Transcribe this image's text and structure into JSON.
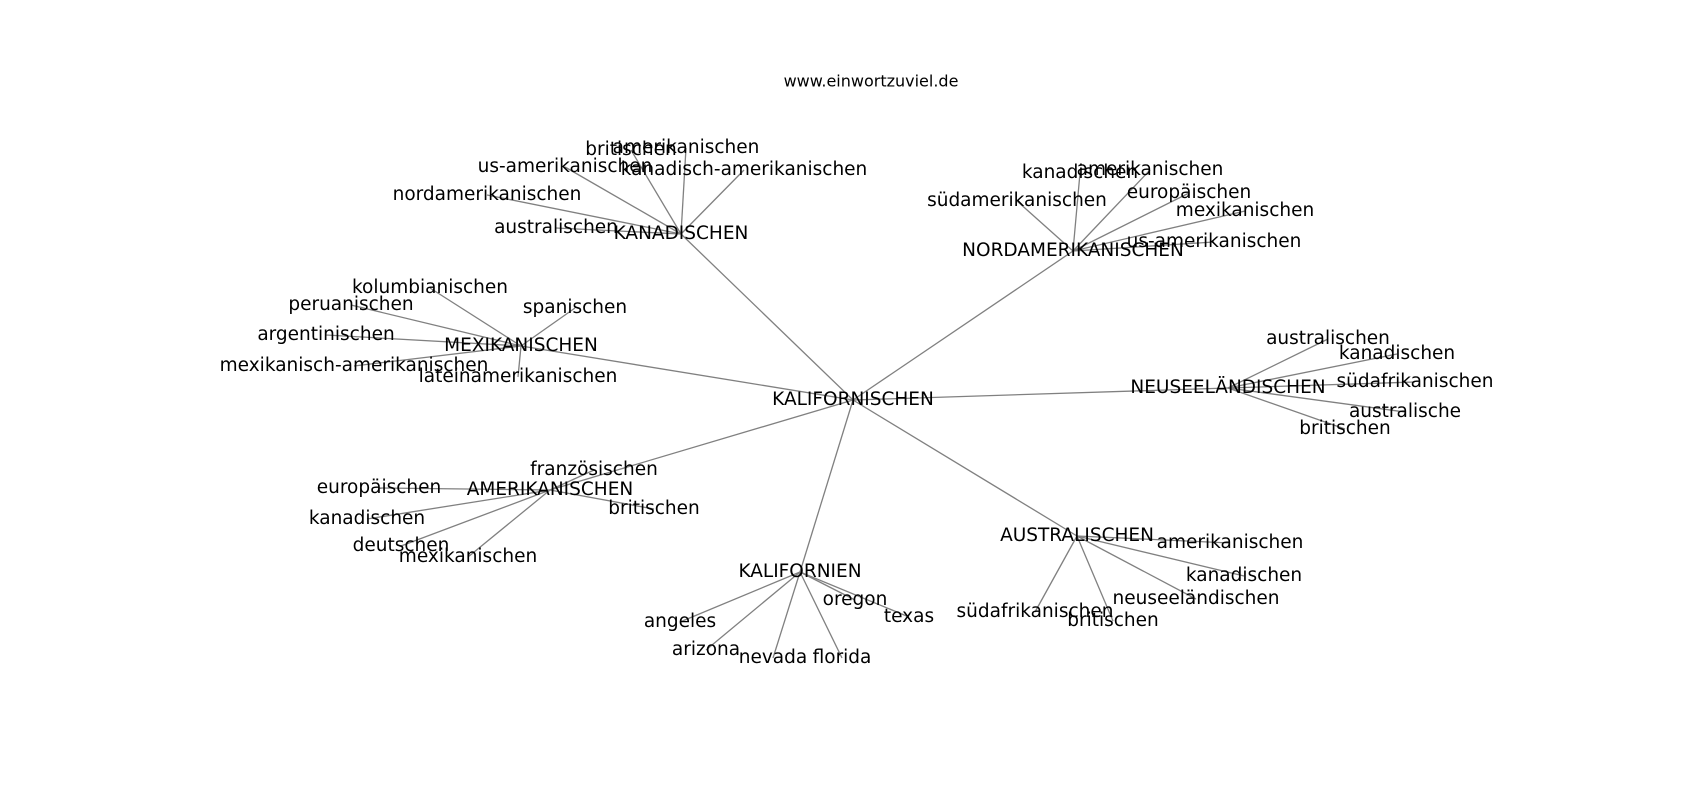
{
  "site": "www.einwortzuviel.de",
  "graph": {
    "nodes": [
      {
        "id": "kalifornischen",
        "label": "KALIFORNISCHEN"
      },
      {
        "id": "kanadischen",
        "label": "KANADISCHEN"
      },
      {
        "id": "nordamerikanischen",
        "label": "NORDAMERIKANISCHEN"
      },
      {
        "id": "mexikanischen",
        "label": "MEXIKANISCHEN"
      },
      {
        "id": "neuseelaendischen",
        "label": "NEUSEELÄNDISCHEN"
      },
      {
        "id": "amerikanischen",
        "label": "AMERIKANISCHEN"
      },
      {
        "id": "kalifornien",
        "label": "KALIFORNIEN"
      },
      {
        "id": "australischen",
        "label": "AUSTRALISCHEN"
      },
      {
        "id": "k_britischen",
        "label": "britischen"
      },
      {
        "id": "k_amerikanischen",
        "label": "amerikanischen"
      },
      {
        "id": "k_us_amerikanischen",
        "label": "us-amerikanischen"
      },
      {
        "id": "k_kanadisch_amerikanischen",
        "label": "kanadisch-amerikanischen"
      },
      {
        "id": "k_nordamerikanischen",
        "label": "nordamerikanischen"
      },
      {
        "id": "k_australischen",
        "label": "australischen"
      },
      {
        "id": "n_kanadischen",
        "label": "kanadischen"
      },
      {
        "id": "n_amerikanischen",
        "label": "amerikanischen"
      },
      {
        "id": "n_suedamerikanischen",
        "label": "südamerikanischen"
      },
      {
        "id": "n_europaeischen",
        "label": "europäischen"
      },
      {
        "id": "n_mexikanischen",
        "label": "mexikanischen"
      },
      {
        "id": "n_us_amerikanischen",
        "label": "us-amerikanischen"
      },
      {
        "id": "m_kolumbianischen",
        "label": "kolumbianischen"
      },
      {
        "id": "m_peruanischen",
        "label": "peruanischen"
      },
      {
        "id": "m_spanischen",
        "label": "spanischen"
      },
      {
        "id": "m_argentinischen",
        "label": "argentinischen"
      },
      {
        "id": "m_mexikanisch_amerikanischen",
        "label": "mexikanisch-amerikanischen"
      },
      {
        "id": "m_lateinamerikanischen",
        "label": "lateinamerikanischen"
      },
      {
        "id": "ne_australischen",
        "label": "australischen"
      },
      {
        "id": "ne_kanadischen",
        "label": "kanadischen"
      },
      {
        "id": "ne_suedafrikanischen",
        "label": "südafrikanischen"
      },
      {
        "id": "ne_australische",
        "label": "australische"
      },
      {
        "id": "ne_britischen",
        "label": "britischen"
      },
      {
        "id": "a_franzoesischen",
        "label": "französischen"
      },
      {
        "id": "a_europaeischen",
        "label": "europäischen"
      },
      {
        "id": "a_britischen",
        "label": "britischen"
      },
      {
        "id": "a_kanadischen",
        "label": "kanadischen"
      },
      {
        "id": "a_deutschen",
        "label": "deutschen"
      },
      {
        "id": "a_mexikanischen",
        "label": "mexikanischen"
      },
      {
        "id": "kf_oregon",
        "label": "oregon"
      },
      {
        "id": "kf_texas",
        "label": "texas"
      },
      {
        "id": "kf_angeles",
        "label": "angeles"
      },
      {
        "id": "kf_arizona",
        "label": "arizona"
      },
      {
        "id": "kf_nevada",
        "label": "nevada"
      },
      {
        "id": "kf_florida",
        "label": "florida"
      },
      {
        "id": "au_amerikanischen",
        "label": "amerikanischen"
      },
      {
        "id": "au_kanadischen",
        "label": "kanadischen"
      },
      {
        "id": "au_neuseelaendischen",
        "label": "neuseeländischen"
      },
      {
        "id": "au_suedafrikanischen",
        "label": "südafrikanischen"
      },
      {
        "id": "au_britischen",
        "label": "britischen"
      }
    ],
    "edges": [
      [
        "kalifornischen",
        "kanadischen"
      ],
      [
        "kalifornischen",
        "nordamerikanischen"
      ],
      [
        "kalifornischen",
        "mexikanischen"
      ],
      [
        "kalifornischen",
        "neuseelaendischen"
      ],
      [
        "kalifornischen",
        "amerikanischen"
      ],
      [
        "kalifornischen",
        "kalifornien"
      ],
      [
        "kalifornischen",
        "australischen"
      ],
      [
        "kanadischen",
        "k_britischen"
      ],
      [
        "kanadischen",
        "k_amerikanischen"
      ],
      [
        "kanadischen",
        "k_us_amerikanischen"
      ],
      [
        "kanadischen",
        "k_kanadisch_amerikanischen"
      ],
      [
        "kanadischen",
        "k_nordamerikanischen"
      ],
      [
        "kanadischen",
        "k_australischen"
      ],
      [
        "nordamerikanischen",
        "n_kanadischen"
      ],
      [
        "nordamerikanischen",
        "n_amerikanischen"
      ],
      [
        "nordamerikanischen",
        "n_suedamerikanischen"
      ],
      [
        "nordamerikanischen",
        "n_europaeischen"
      ],
      [
        "nordamerikanischen",
        "n_mexikanischen"
      ],
      [
        "nordamerikanischen",
        "n_us_amerikanischen"
      ],
      [
        "mexikanischen",
        "m_kolumbianischen"
      ],
      [
        "mexikanischen",
        "m_peruanischen"
      ],
      [
        "mexikanischen",
        "m_spanischen"
      ],
      [
        "mexikanischen",
        "m_argentinischen"
      ],
      [
        "mexikanischen",
        "m_mexikanisch_amerikanischen"
      ],
      [
        "mexikanischen",
        "m_lateinamerikanischen"
      ],
      [
        "neuseelaendischen",
        "ne_australischen"
      ],
      [
        "neuseelaendischen",
        "ne_kanadischen"
      ],
      [
        "neuseelaendischen",
        "ne_suedafrikanischen"
      ],
      [
        "neuseelaendischen",
        "ne_australische"
      ],
      [
        "neuseelaendischen",
        "ne_britischen"
      ],
      [
        "amerikanischen",
        "a_franzoesischen"
      ],
      [
        "amerikanischen",
        "a_europaeischen"
      ],
      [
        "amerikanischen",
        "a_britischen"
      ],
      [
        "amerikanischen",
        "a_kanadischen"
      ],
      [
        "amerikanischen",
        "a_deutschen"
      ],
      [
        "amerikanischen",
        "a_mexikanischen"
      ],
      [
        "kalifornien",
        "kf_oregon"
      ],
      [
        "kalifornien",
        "kf_texas"
      ],
      [
        "kalifornien",
        "kf_angeles"
      ],
      [
        "kalifornien",
        "kf_arizona"
      ],
      [
        "kalifornien",
        "kf_nevada"
      ],
      [
        "kalifornien",
        "kf_florida"
      ],
      [
        "australischen",
        "au_amerikanischen"
      ],
      [
        "australischen",
        "au_kanadischen"
      ],
      [
        "australischen",
        "au_neuseelaendischen"
      ],
      [
        "australischen",
        "au_suedafrikanischen"
      ],
      [
        "australischen",
        "au_britischen"
      ]
    ]
  }
}
